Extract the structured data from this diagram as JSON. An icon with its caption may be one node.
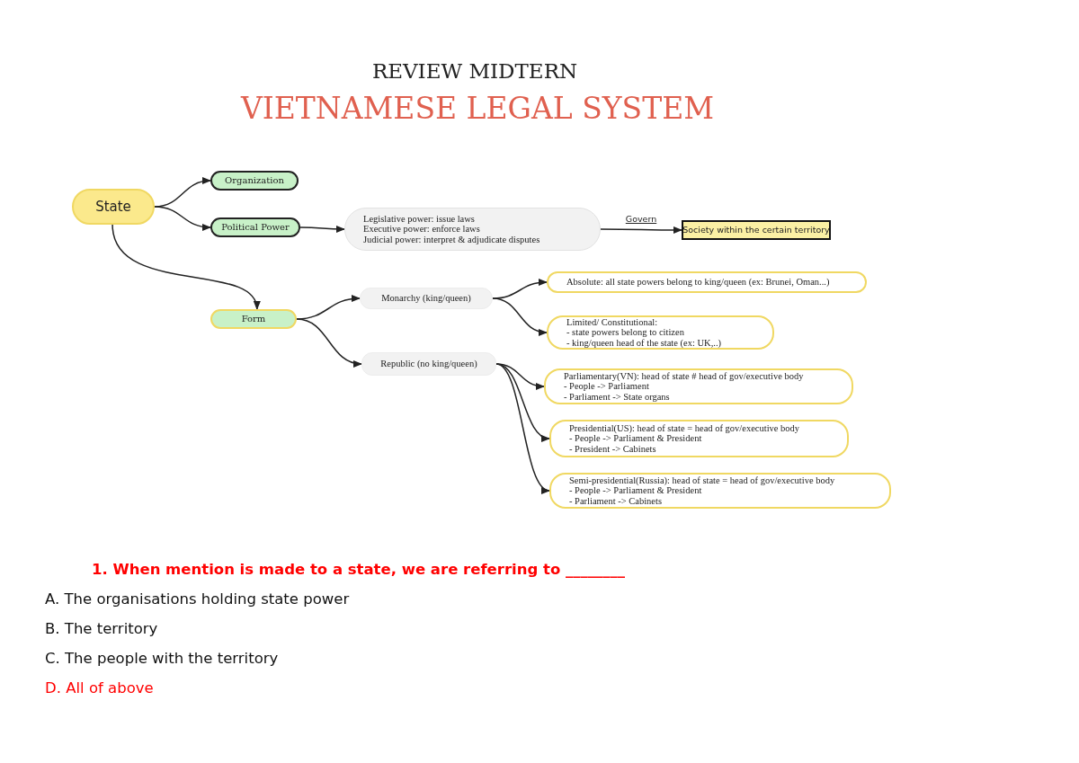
{
  "diagram": {
    "title": "REVIEW MIDTERN",
    "nodes": [
      {
        "text": [
          "State"
        ]
      },
      {
        "text": [
          "Organization"
        ]
      },
      {
        "text": [
          "Political Power"
        ]
      },
      {
        "text": [
          "Legislative power: issue laws",
          "Executive power: enforce laws",
          "Judicial power: interpret & adjudicate disputes"
        ]
      },
      {
        "text": [
          "Society within the certain territory"
        ]
      },
      {
        "text": [
          "Form"
        ]
      },
      {
        "text": [
          "Monarchy (king/queen)"
        ]
      },
      {
        "text": [
          "Absolute: all state powers belong to king/queen (ex: Brunei, Oman...)"
        ]
      },
      {
        "text": [
          "Limited/ Constitutional:",
          "- state powers belong to citizen",
          "- king/queen head of the state (ex: UK,..)"
        ]
      },
      {
        "text": [
          "Republic (no king/queen)"
        ]
      },
      {
        "text": [
          "Parliamentary(VN): head of state # head of gov/executive body",
          "- People -> Parliament",
          "- Parliament -> State organs"
        ]
      },
      {
        "text": [
          "Presidential(US): head of state = head of gov/executive body",
          "- People -> Parliament & President",
          "- President -> Cabinets"
        ]
      },
      {
        "text": [
          "Semi-presidential(Russia): head of state = head of gov/executive body",
          "- People -> Parliament & President",
          "- Parliament -> Cabinets"
        ]
      }
    ],
    "edges": [
      {
        "from": 0,
        "to": 1,
        "arrow": "to"
      },
      {
        "from": 0,
        "to": 2,
        "arrow": "to"
      },
      {
        "from": 0,
        "to": 5,
        "arrow": "to"
      },
      {
        "from": 2,
        "to": 3,
        "arrow": "to"
      },
      {
        "from": 3,
        "to": 4,
        "arrow": "to",
        "label": "Govern"
      },
      {
        "from": 5,
        "to": 6,
        "arrow": "to"
      },
      {
        "from": 5,
        "to": 9,
        "arrow": "to"
      },
      {
        "from": 6,
        "to": 7,
        "arrow": "to"
      },
      {
        "from": 6,
        "to": 8,
        "arrow": "to"
      },
      {
        "from": 9,
        "to": 10,
        "arrow": "to"
      },
      {
        "from": 9,
        "to": 11,
        "arrow": "to"
      },
      {
        "from": 9,
        "to": 12,
        "arrow": "to"
      }
    ],
    "labels": [
      "VIETNAMESE LEGAL SYSTEM",
      "1. When mention is made to a state, we are referring to ________",
      "A. The organisations holding state power",
      "B. The territory",
      "C. The people with the territory",
      "D. All of above"
    ]
  }
}
